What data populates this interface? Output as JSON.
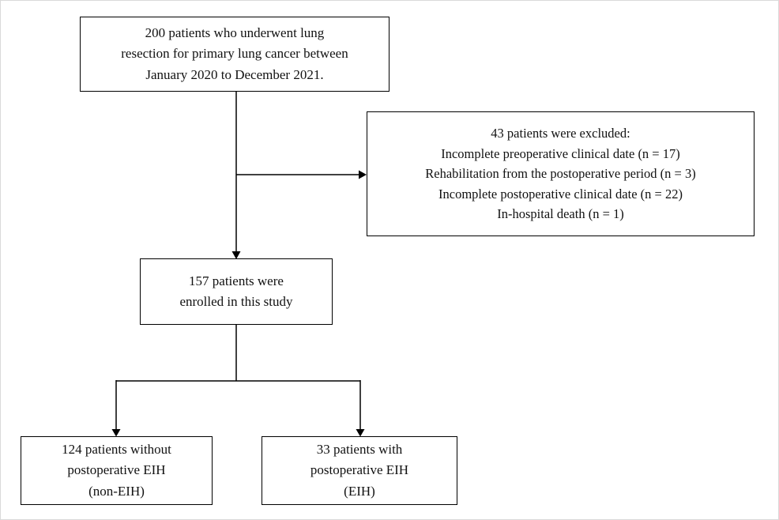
{
  "colors": {
    "line": "#000000",
    "border": "#000000",
    "text": "#111111",
    "background": "#ffffff"
  },
  "diagram": {
    "boxes": {
      "total": "200 patients who underwent lung\nresection for primary lung cancer between\nJanuary 2020 to December 2021.",
      "excluded": "43 patients were excluded:\nIncomplete preoperative clinical date (n = 17)\nRehabilitation from the postoperative period (n = 3)\nIncomplete postoperative clinical date (n = 22)\nIn-hospital death (n = 1)",
      "enrolled": "157 patients were\nenrolled in this study",
      "non_eih": "124 patients without\npostoperative EIH\n(non-EIH)",
      "eih": "33 patients with\npostoperative EIH\n(EIH)"
    }
  }
}
